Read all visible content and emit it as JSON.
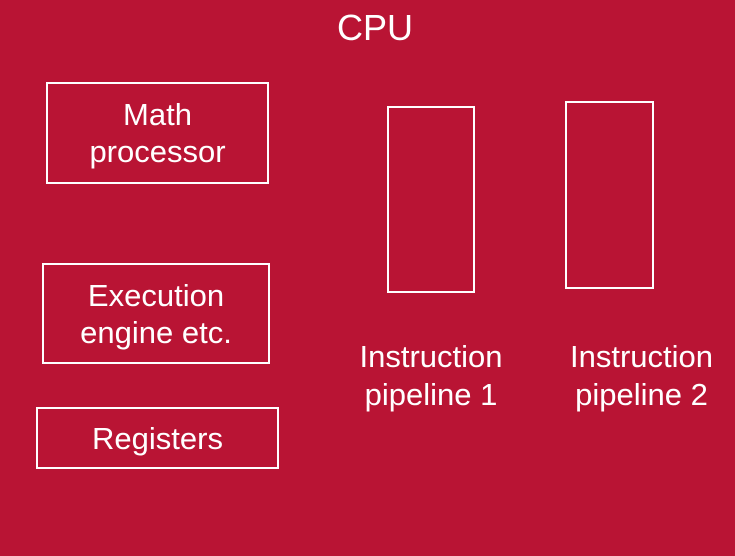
{
  "diagram": {
    "title": "CPU",
    "blocks": {
      "math_processor": [
        "Math",
        "processor"
      ],
      "execution_engine": [
        "Execution",
        "engine etc."
      ],
      "registers": "Registers"
    },
    "pipelines": [
      {
        "label": [
          "Instruction",
          "pipeline 1"
        ]
      },
      {
        "label": [
          "Instruction",
          "pipeline 2"
        ]
      }
    ]
  },
  "colors": {
    "background": "#B91434",
    "foreground": "#FFFFFF"
  }
}
